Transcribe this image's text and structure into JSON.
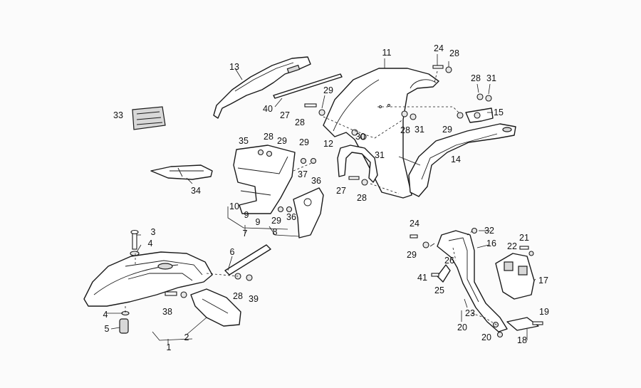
{
  "diagram": {
    "callouts": [
      "1",
      "2",
      "3",
      "4",
      "4",
      "5",
      "6",
      "7",
      "8",
      "9",
      "9",
      "10",
      "11",
      "12",
      "13",
      "14",
      "15",
      "16",
      "17",
      "18",
      "19",
      "20",
      "20",
      "21",
      "22",
      "23",
      "24",
      "24",
      "25",
      "26",
      "27",
      "27",
      "28",
      "28",
      "28",
      "28",
      "28",
      "28",
      "28",
      "29",
      "29",
      "29",
      "29",
      "29",
      "29",
      "30",
      "31",
      "31",
      "31",
      "32",
      "33",
      "34",
      "35",
      "36",
      "36",
      "37",
      "38",
      "39",
      "40",
      "41"
    ]
  }
}
